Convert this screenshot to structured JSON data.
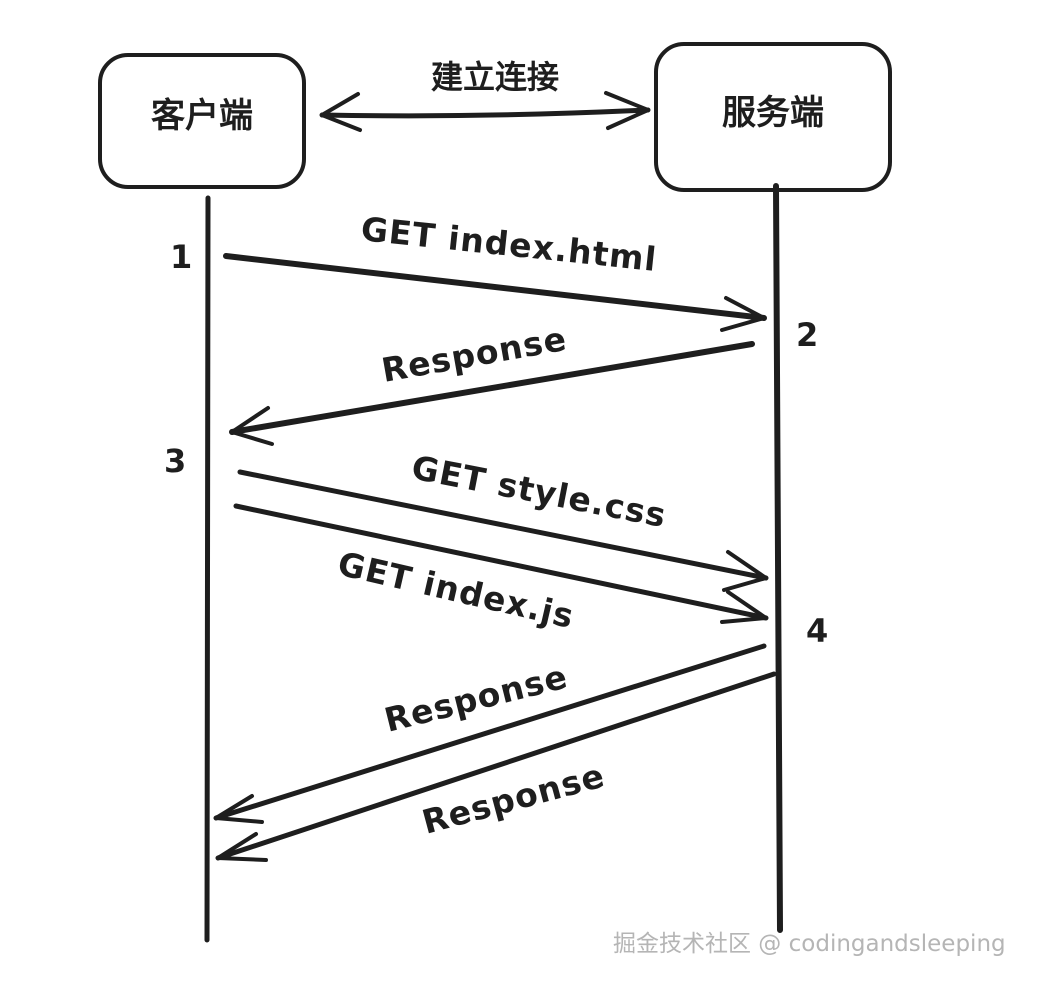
{
  "diagram": {
    "client_label": "客户端",
    "server_label": "服务端",
    "connect_label": "建立连接",
    "messages": [
      {
        "step": "1",
        "label": "GET index.html"
      },
      {
        "step": "2",
        "label": "Response"
      },
      {
        "step": "3",
        "label": "GET style.css"
      },
      {
        "label": "GET index.js"
      },
      {
        "step": "4",
        "label": "Response"
      },
      {
        "label": "Response"
      }
    ]
  },
  "watermark": "掘金技术社区 @ codingandsleeping"
}
